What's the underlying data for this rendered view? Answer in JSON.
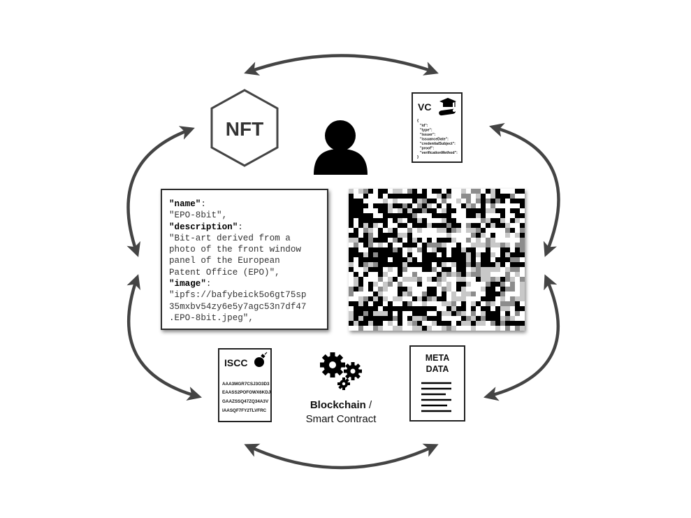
{
  "nft": {
    "label": "NFT"
  },
  "vc": {
    "title": "VC",
    "lines": [
      "{",
      "\"id\":",
      "\"type\":",
      "\"issuer\":",
      "\"issuanceDate\":",
      "\"credentialSubject\":",
      "\"proof\":",
      "\"verificationMethod\":",
      "}"
    ]
  },
  "metadata_json": {
    "name_key": "\"name\"",
    "name_value": "\"EPO-8bit\",",
    "description_key": "\"description\"",
    "description_lines": [
      "\"Bit-art derived from a",
      "photo of the front window",
      "panel of the European",
      "Patent Office (EPO)\","
    ],
    "image_key": "\"image\"",
    "image_lines": [
      "\"ipfs://bafybeick5o6gt75sp",
      "35mxbv54zy6e5y7agc53n7df47",
      ".EPO-8bit.jpeg\","
    ]
  },
  "iscc": {
    "title": "ISCC",
    "codes": [
      "AAA3MGR7CSJ3O3D3",
      "EAASS2POFOWX6KDJ",
      "GAAZSSQ47ZQ34A3V",
      "IAASQF7FY2TLVFRC"
    ]
  },
  "blockchain": {
    "line1": "Blockchain",
    "line1_suffix": " /",
    "line2": "Smart Contract"
  },
  "meta": {
    "line1": "META",
    "line2": "DATA"
  },
  "colors": {
    "arrow": "#444444",
    "ink": "#111111",
    "hexagon_text": "#333333"
  },
  "icons": [
    "person-icon",
    "graduation-cap-icon",
    "diploma-scroll-icon",
    "bomb-icon",
    "gears-icon",
    "text-lines-icon"
  ]
}
